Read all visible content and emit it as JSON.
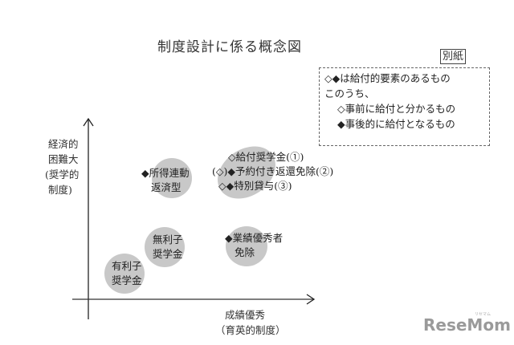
{
  "title": "制度設計に係る概念図",
  "attachment_label": "別紙",
  "legend": {
    "line1": "◇◆は給付的要素のあるもの",
    "line2": "このうち、",
    "line3": "◇事前に給付と分かるもの",
    "line4": "◆事後的に給付となるもの"
  },
  "axes": {
    "y_label_lines": [
      "経済的",
      "困難大",
      "(奨学的",
      "制度)"
    ],
    "x_label_lines": [
      "成績優秀",
      "（育英的制度）"
    ]
  },
  "nodes": {
    "income_linked": {
      "lines": [
        "◆所得連動",
        "返済型"
      ]
    },
    "interest_free": {
      "lines": [
        "無利子",
        "奨学金"
      ]
    },
    "interest_bearing": {
      "lines": [
        "有利子",
        "奨学金"
      ]
    },
    "merit_exemption": {
      "lines": [
        "◆業績優秀者",
        "免除"
      ]
    },
    "grant_group": {
      "lines": [
        "◇給付奨学金(①)",
        "(◇)◆予約付き返還免除(②)",
        "◇◆特別貸与(③)"
      ]
    }
  },
  "colors": {
    "blob": "#c8c8c8",
    "axis": "#222222",
    "logo": "#9a9a9a"
  },
  "watermark": {
    "text": "ReseMom",
    "kana": "リセマム"
  }
}
